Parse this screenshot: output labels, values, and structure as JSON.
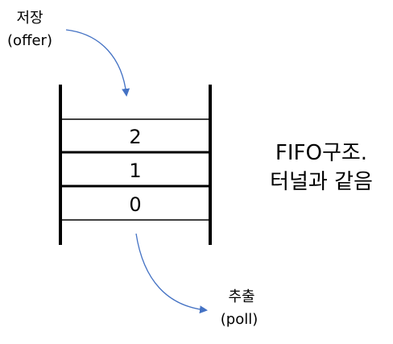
{
  "offer_label": {
    "line1": "저장",
    "line2": "(offer)"
  },
  "poll_label": {
    "line1": "추출",
    "line2": "(poll)"
  },
  "queue_cells": [
    "2",
    "1",
    "0"
  ],
  "description": {
    "line1": "FIFO구조.",
    "line2": "터널과 같음"
  },
  "colors": {
    "arrow": "#4472C4",
    "structure": "#000000"
  }
}
